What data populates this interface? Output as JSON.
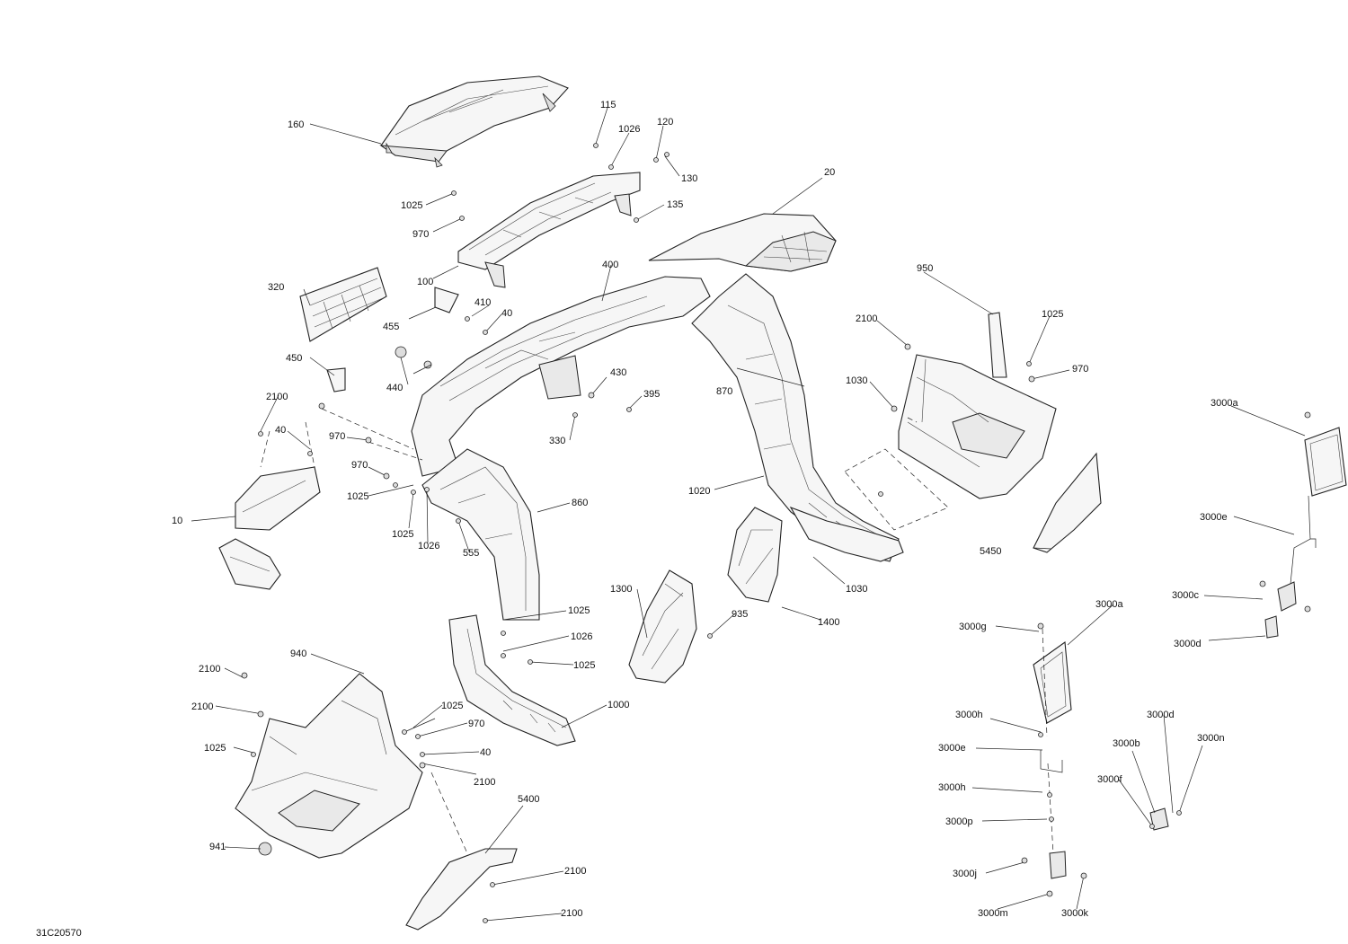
{
  "document_code": "31C20570",
  "callouts": [
    {
      "id": "c160",
      "text": "160"
    },
    {
      "id": "c115",
      "text": "115"
    },
    {
      "id": "c1026a",
      "text": "1026"
    },
    {
      "id": "c120",
      "text": "120"
    },
    {
      "id": "c130",
      "text": "130"
    },
    {
      "id": "c135",
      "text": "135"
    },
    {
      "id": "c1025a",
      "text": "1025"
    },
    {
      "id": "c970a",
      "text": "970"
    },
    {
      "id": "c100",
      "text": "100"
    },
    {
      "id": "c20",
      "text": "20"
    },
    {
      "id": "c320",
      "text": "320"
    },
    {
      "id": "c400",
      "text": "400"
    },
    {
      "id": "c410",
      "text": "410"
    },
    {
      "id": "c40a",
      "text": "40"
    },
    {
      "id": "c455",
      "text": "455"
    },
    {
      "id": "c450",
      "text": "450"
    },
    {
      "id": "c440",
      "text": "440"
    },
    {
      "id": "c430",
      "text": "430"
    },
    {
      "id": "c395",
      "text": "395"
    },
    {
      "id": "c330",
      "text": "330"
    },
    {
      "id": "c870",
      "text": "870"
    },
    {
      "id": "c950",
      "text": "950"
    },
    {
      "id": "c2100a",
      "text": "2100"
    },
    {
      "id": "c1025b",
      "text": "1025"
    },
    {
      "id": "c970b",
      "text": "970"
    },
    {
      "id": "c1030a",
      "text": "1030"
    },
    {
      "id": "c2100b",
      "text": "2100"
    },
    {
      "id": "c40b",
      "text": "40"
    },
    {
      "id": "c970c",
      "text": "970"
    },
    {
      "id": "c970d",
      "text": "970"
    },
    {
      "id": "c1025c",
      "text": "1025"
    },
    {
      "id": "c1025d",
      "text": "1025"
    },
    {
      "id": "c1026b",
      "text": "1026"
    },
    {
      "id": "c555",
      "text": "555"
    },
    {
      "id": "c860",
      "text": "860"
    },
    {
      "id": "c10",
      "text": "10"
    },
    {
      "id": "c1020",
      "text": "1020"
    },
    {
      "id": "c3000a1",
      "text": "3000a"
    },
    {
      "id": "c3000e1",
      "text": "3000e"
    },
    {
      "id": "c5450",
      "text": "5450"
    },
    {
      "id": "c1030b",
      "text": "1030"
    },
    {
      "id": "c3000c",
      "text": "3000c"
    },
    {
      "id": "c3000d1",
      "text": "3000d"
    },
    {
      "id": "c1300",
      "text": "1300"
    },
    {
      "id": "c935",
      "text": "935"
    },
    {
      "id": "c1400",
      "text": "1400"
    },
    {
      "id": "c1025e",
      "text": "1025"
    },
    {
      "id": "c1026c",
      "text": "1026"
    },
    {
      "id": "c1025f",
      "text": "1025"
    },
    {
      "id": "c3000g",
      "text": "3000g"
    },
    {
      "id": "c3000a2",
      "text": "3000a"
    },
    {
      "id": "c940",
      "text": "940"
    },
    {
      "id": "c2100c",
      "text": "2100"
    },
    {
      "id": "c2100d",
      "text": "2100"
    },
    {
      "id": "c1025g",
      "text": "1025"
    },
    {
      "id": "c970e",
      "text": "970"
    },
    {
      "id": "c40c",
      "text": "40"
    },
    {
      "id": "c2100e",
      "text": "2100"
    },
    {
      "id": "c1025h",
      "text": "1025"
    },
    {
      "id": "c1000",
      "text": "1000"
    },
    {
      "id": "c3000h1",
      "text": "3000h"
    },
    {
      "id": "c3000d2",
      "text": "3000d"
    },
    {
      "id": "c3000e2",
      "text": "3000e"
    },
    {
      "id": "c3000b",
      "text": "3000b"
    },
    {
      "id": "c3000n",
      "text": "3000n"
    },
    {
      "id": "c3000f",
      "text": "3000f"
    },
    {
      "id": "c3000h2",
      "text": "3000h"
    },
    {
      "id": "c3000p",
      "text": "3000p"
    },
    {
      "id": "c5400",
      "text": "5400"
    },
    {
      "id": "c941",
      "text": "941"
    },
    {
      "id": "c2100f",
      "text": "2100"
    },
    {
      "id": "c3000j",
      "text": "3000j"
    },
    {
      "id": "c2100g",
      "text": "2100"
    },
    {
      "id": "c3000m",
      "text": "3000m"
    },
    {
      "id": "c3000k",
      "text": "3000k"
    }
  ]
}
